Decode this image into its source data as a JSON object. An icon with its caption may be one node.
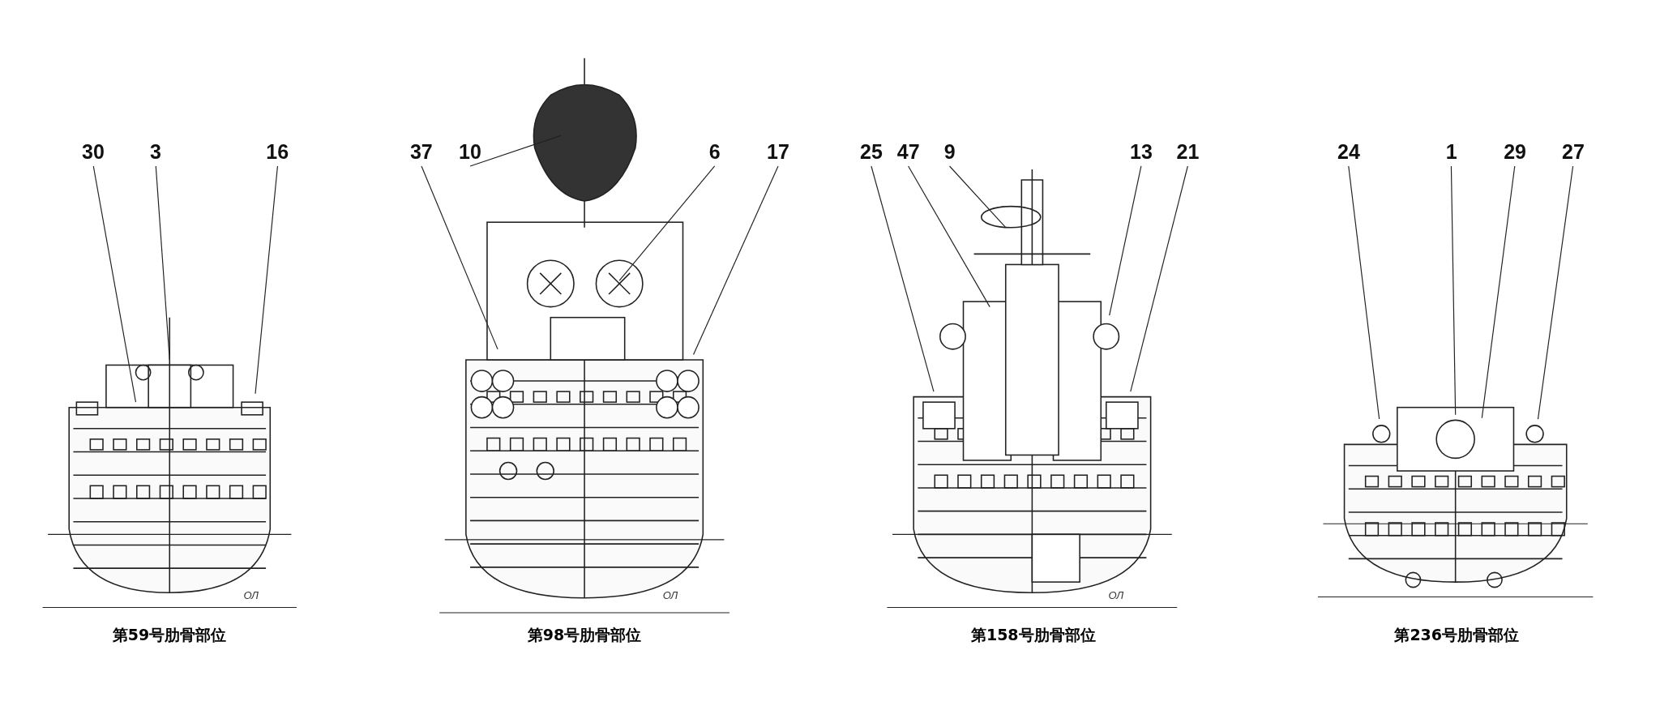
{
  "diagram": {
    "nodes": [
      {
        "text": [
          "30"
        ]
      },
      {
        "text": [
          "3"
        ]
      },
      {
        "text": [
          "16"
        ]
      },
      {
        "text": [
          "37"
        ]
      },
      {
        "text": [
          "10"
        ]
      },
      {
        "text": [
          "6"
        ]
      },
      {
        "text": [
          "17"
        ]
      },
      {
        "text": [
          "25"
        ]
      },
      {
        "text": [
          "47"
        ]
      },
      {
        "text": [
          "9"
        ]
      },
      {
        "text": [
          "13"
        ]
      },
      {
        "text": [
          "21"
        ]
      },
      {
        "text": [
          "24"
        ]
      },
      {
        "text": [
          "1"
        ]
      },
      {
        "text": [
          "29"
        ]
      },
      {
        "text": [
          "27"
        ]
      }
    ],
    "edges": [
      {
        "from": 0,
        "to": null,
        "arrow": "none"
      },
      {
        "from": 1,
        "to": null,
        "arrow": "none"
      },
      {
        "from": 2,
        "to": null,
        "arrow": "none"
      },
      {
        "from": 3,
        "to": null,
        "arrow": "none"
      },
      {
        "from": 4,
        "to": null,
        "arrow": "none"
      },
      {
        "from": 5,
        "to": null,
        "arrow": "none"
      },
      {
        "from": 6,
        "to": null,
        "arrow": "none"
      },
      {
        "from": 7,
        "to": null,
        "arrow": "none"
      },
      {
        "from": 8,
        "to": null,
        "arrow": "none"
      },
      {
        "from": 9,
        "to": null,
        "arrow": "none"
      },
      {
        "from": 10,
        "to": null,
        "arrow": "none"
      },
      {
        "from": 11,
        "to": null,
        "arrow": "none"
      },
      {
        "from": 12,
        "to": null,
        "arrow": "none"
      },
      {
        "from": 13,
        "to": null,
        "arrow": "none"
      },
      {
        "from": 14,
        "to": null,
        "arrow": "none"
      },
      {
        "from": 15,
        "to": null,
        "arrow": "none"
      }
    ],
    "labels": [
      "ОЛ",
      "ОЛ",
      "ОЛ",
      "第59号肋骨部位",
      "第98号肋骨部位",
      "第158号肋骨部位",
      "第236号肋骨部位"
    ]
  }
}
